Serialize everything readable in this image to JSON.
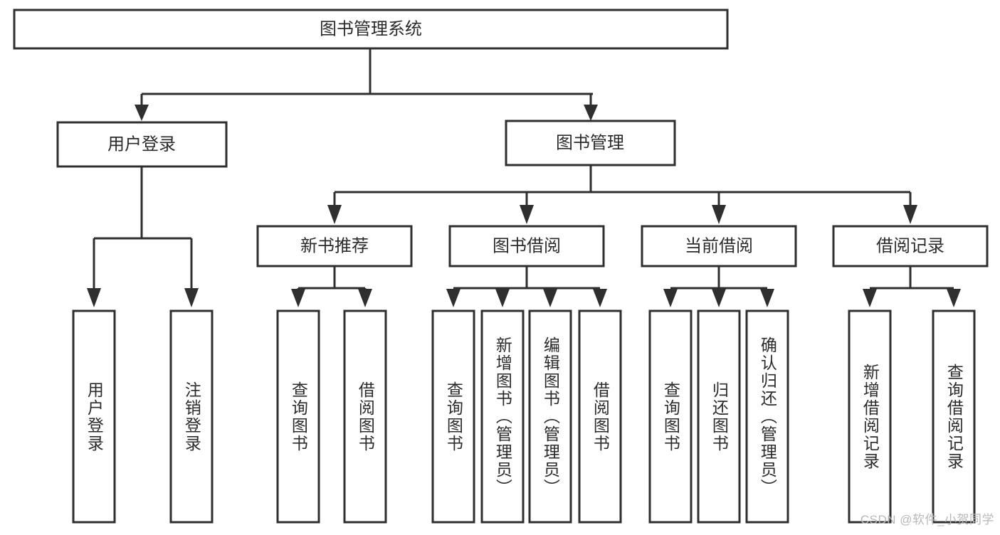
{
  "diagram": {
    "type": "tree-hierarchy",
    "title": "图书管理系统",
    "orientation": "top-down",
    "colors": {
      "box_stroke": "#2f2f2f",
      "box_fill": "#ffffff",
      "text": "#2b2b2b",
      "background": "#ffffff",
      "watermark": "#b8b8b8"
    },
    "levels": {
      "root": {
        "label": "图书管理系统"
      },
      "level1": [
        {
          "label": "用户登录"
        },
        {
          "label": "图书管理"
        }
      ],
      "level2": [
        {
          "label": "新书推荐"
        },
        {
          "label": "图书借阅"
        },
        {
          "label": "当前借阅"
        },
        {
          "label": "借阅记录"
        }
      ],
      "leaves": {
        "user_login": [
          {
            "label": "用户登录"
          },
          {
            "label": "注销登录"
          }
        ],
        "new_book_recommend": [
          {
            "label": "查询图书"
          },
          {
            "label": "借阅图书"
          }
        ],
        "book_borrow": [
          {
            "label": "查询图书"
          },
          {
            "label": "新增图书（管理员）"
          },
          {
            "label": "编辑图书（管理员）"
          },
          {
            "label": "借阅图书"
          }
        ],
        "current_borrow": [
          {
            "label": "查询图书"
          },
          {
            "label": "归还图书"
          },
          {
            "label": "确认归还（管理员）"
          }
        ],
        "borrow_records": [
          {
            "label": "新增借阅记录"
          },
          {
            "label": "查询借阅记录"
          }
        ]
      }
    }
  },
  "watermark": {
    "text": "CSDN @软件_小贺同学"
  }
}
